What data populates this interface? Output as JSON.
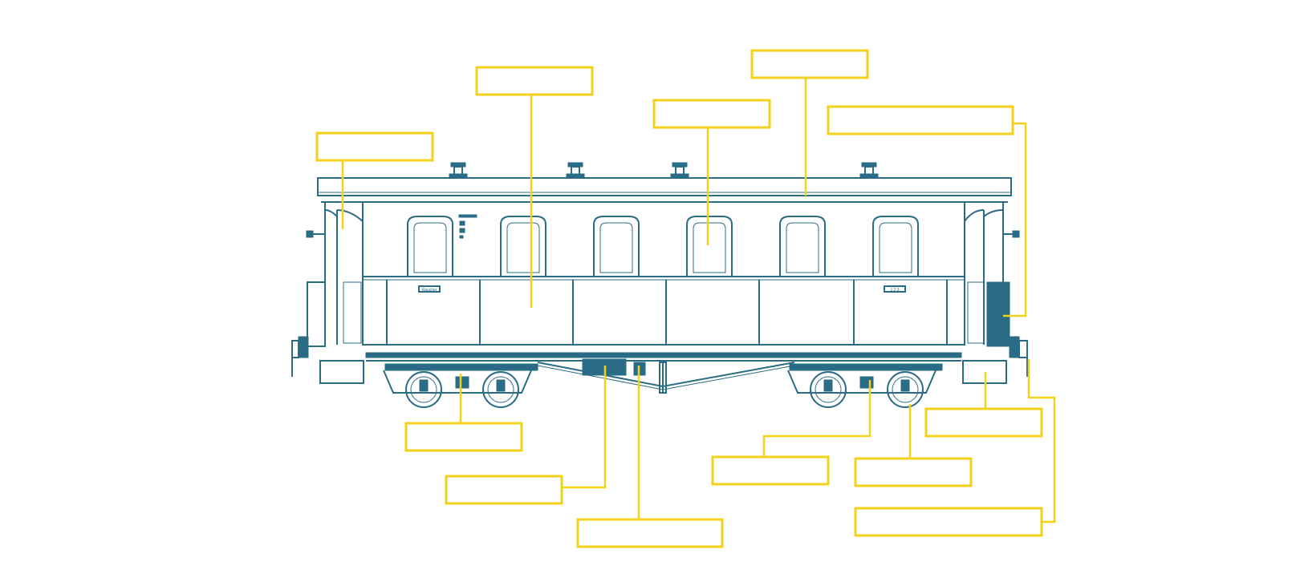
{
  "colors": {
    "accent": "#f2d21b",
    "drawing": "#2a6c86",
    "background": "#ffffff"
  },
  "car_markings": {
    "left_plate": "Raucher",
    "right_plate": "1 2 3"
  },
  "callouts": [
    {
      "id": "end-platform",
      "text": ""
    },
    {
      "id": "side-panel",
      "text": ""
    },
    {
      "id": "window",
      "text": ""
    },
    {
      "id": "roof",
      "text": ""
    },
    {
      "id": "vestibule-door",
      "text": ""
    },
    {
      "id": "bogie-left",
      "text": ""
    },
    {
      "id": "brake-cylinder",
      "text": ""
    },
    {
      "id": "truss-rod",
      "text": ""
    },
    {
      "id": "bogie-right",
      "text": ""
    },
    {
      "id": "axlebox",
      "text": ""
    },
    {
      "id": "step",
      "text": ""
    },
    {
      "id": "coupler",
      "text": ""
    }
  ]
}
